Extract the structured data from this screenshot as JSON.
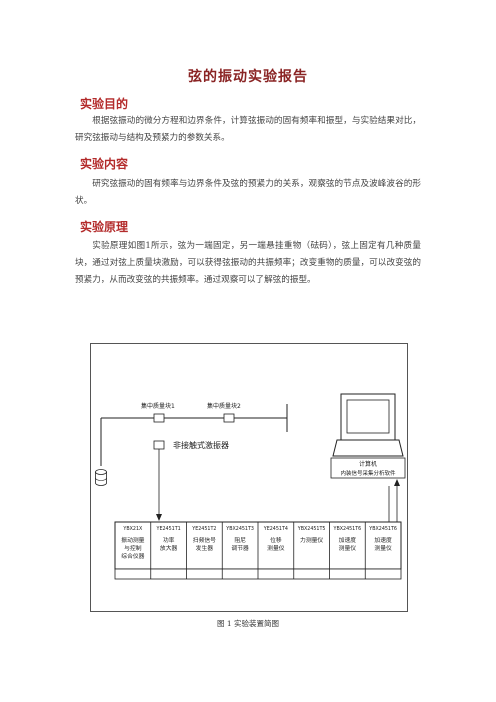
{
  "doc": {
    "title": "弦的振动实验报告",
    "sections": [
      {
        "heading": "实验目的",
        "paragraph": "根据弦振动的微分方程和边界条件，计算弦振动的固有频率和振型，与实验结果对比，研究弦振动与结构及预紧力的参数关系。"
      },
      {
        "heading": "实验内容",
        "paragraph": "研究弦振动的固有频率与边界条件及弦的预紧力的关系，观察弦的节点及波峰波谷的形状。"
      },
      {
        "heading": "实验原理",
        "paragraph": "实验原理如图1所示，弦为一端固定，另一端悬挂重物（砝码），弦上固定有几种质量块，通过对弦上质量块激励，可以获得弦振动的共振频率；改变重物的质量，可以改变弦的预紧力，从而改变弦的共振频率。通过观察可以了解弦的振型。"
      }
    ]
  },
  "figure": {
    "mass_block_1": "集中质量块1",
    "mass_block_2": "集中质量块2",
    "exciter_label": "非接触式激振器",
    "computer_label_line1": "计算机",
    "computer_label_line2": "内装信号采集分析软件",
    "instruments": [
      {
        "model": "YBX21X",
        "lines": [
          "振动测量",
          "与控制",
          "综合仪器"
        ]
      },
      {
        "model": "YE2451T1",
        "lines": [
          "功率",
          "放大器"
        ]
      },
      {
        "model": "YE2451T2",
        "lines": [
          "扫频信号",
          "发生器"
        ]
      },
      {
        "model": "YBX2451T3",
        "lines": [
          "阻尼",
          "调节器"
        ]
      },
      {
        "model": "YE2451T4",
        "lines": [
          "位移",
          "测量仪"
        ]
      },
      {
        "model": "YBX2451T5",
        "lines": [
          "力测量仪"
        ]
      },
      {
        "model": "YBX2451T6",
        "lines": [
          "加速度",
          "测量仪"
        ]
      },
      {
        "model": "YBX2451T6",
        "lines": [
          "加速度",
          "测量仪"
        ]
      }
    ],
    "caption": "图 1   实验装置简图"
  }
}
